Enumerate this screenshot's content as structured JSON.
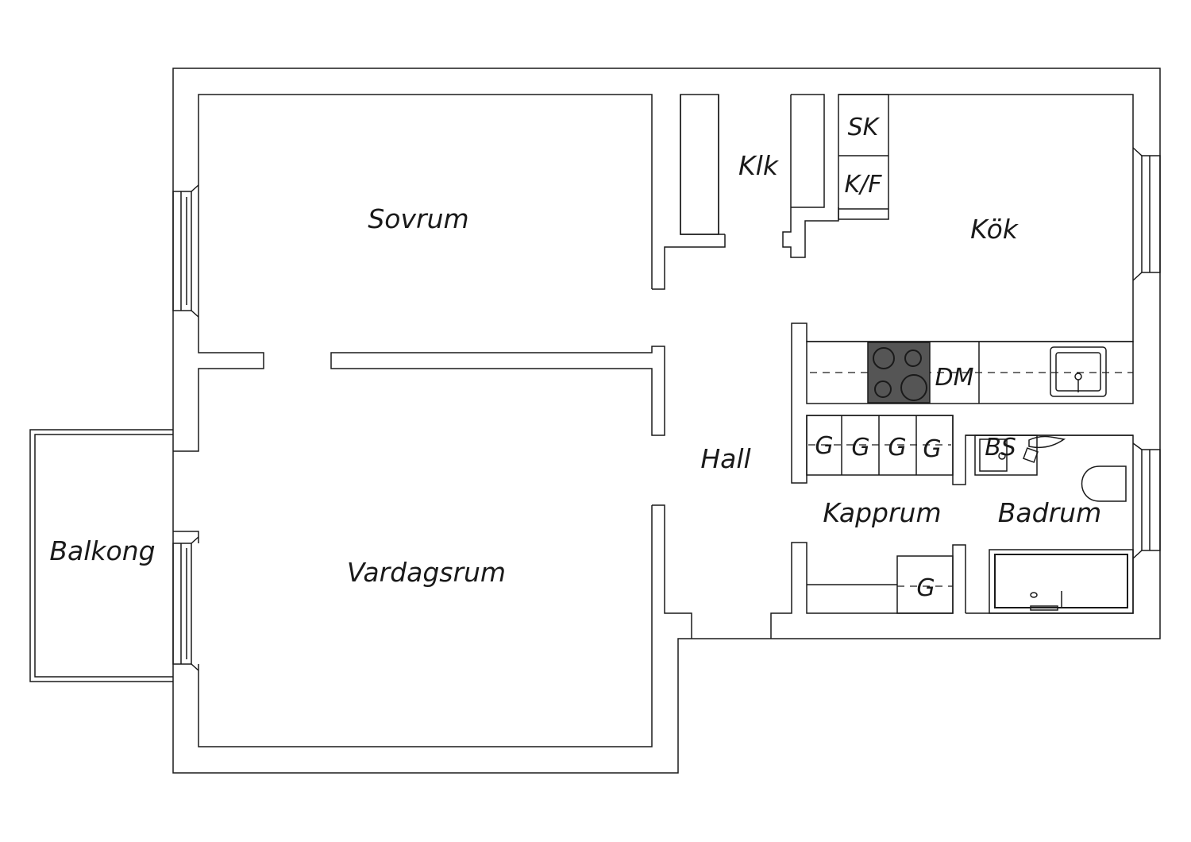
{
  "rooms": {
    "sovrum": "Sovrum",
    "vardagsrum": "Vardagsrum",
    "balkong": "Balkong",
    "hall": "Hall",
    "kok": "Kök",
    "kapprum": "Kapprum",
    "badrum": "Badrum",
    "klk": "Klk"
  },
  "fixtures": {
    "sk": "SK",
    "kf": "K/F",
    "dm": "DM",
    "g": "G",
    "bs": "BS"
  },
  "colors": {
    "line": "#1a1a1a",
    "background": "#ffffff",
    "stove": "#555555"
  }
}
